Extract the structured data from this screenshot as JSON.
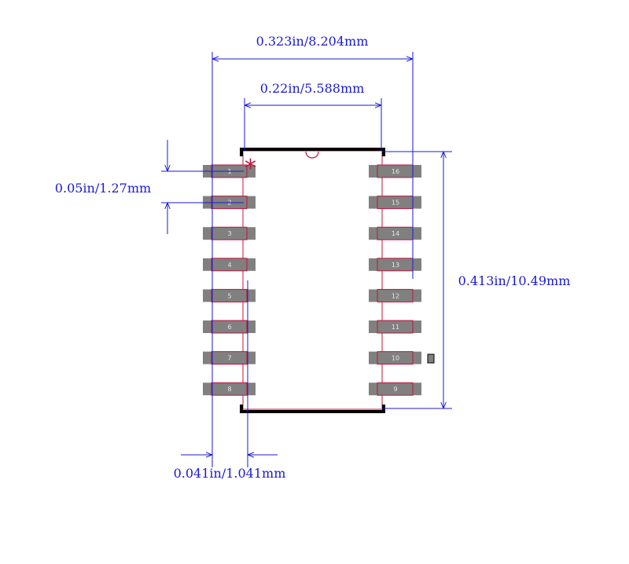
{
  "footprint": {
    "pin1_marker": "*",
    "colors": {
      "dimension": "#1a1ad6",
      "outline": "#000000",
      "pad": "#808080",
      "pad_outline": "#c0143c",
      "marker": "#c0143c"
    },
    "pins_left": [
      "1",
      "2",
      "3",
      "4",
      "5",
      "6",
      "7",
      "8"
    ],
    "pins_right": [
      "16",
      "15",
      "14",
      "13",
      "12",
      "11",
      "10",
      "9"
    ]
  },
  "dimensions": {
    "overall_width": "0.323in/8.204mm",
    "inner_width": "0.22in/5.588mm",
    "pitch": "0.05in/1.27mm",
    "height": "0.413in/10.49mm",
    "pad_length": "0.041in/1.041mm"
  }
}
